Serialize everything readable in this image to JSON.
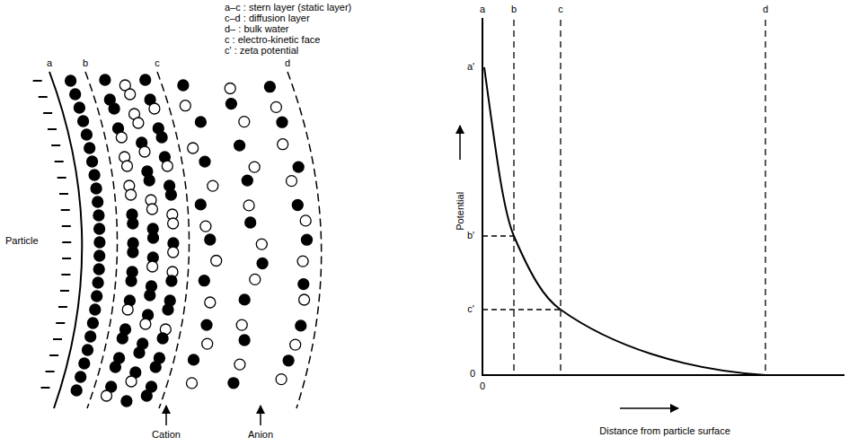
{
  "diagram": {
    "labels": [
      "a–c : stern layer (static layer)",
      "c–d : diffusion layer",
      "d– : bulk water",
      "c : electro-kinetic face",
      "c' : zeta potential",
      "a",
      "b",
      "c",
      "d",
      "Particle",
      "Cation",
      "Anion",
      "a",
      "b",
      "c",
      "d",
      "Potential",
      "a'",
      "b'",
      "c'",
      "0",
      "0",
      "Distance from particle surface"
    ]
  }
}
